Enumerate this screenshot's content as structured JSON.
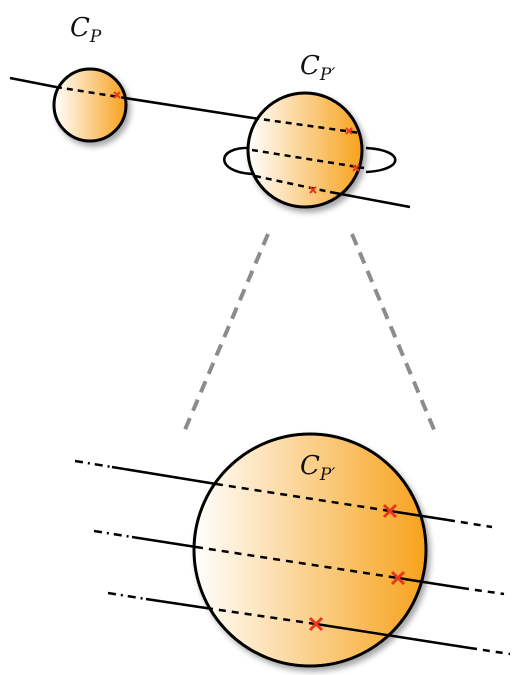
{
  "labels": {
    "small_circle": {
      "main": "C",
      "sub": "P"
    },
    "large_circle": {
      "main": "C",
      "sub": "P′"
    },
    "zoom_circle": {
      "main": "C",
      "sub": "P′"
    }
  },
  "colors": {
    "sphere_light": "#ffffff",
    "sphere_dark": "#f7a21b",
    "line": "#000000",
    "marker": "#e8371e",
    "connector": "#8c8c8c"
  }
}
